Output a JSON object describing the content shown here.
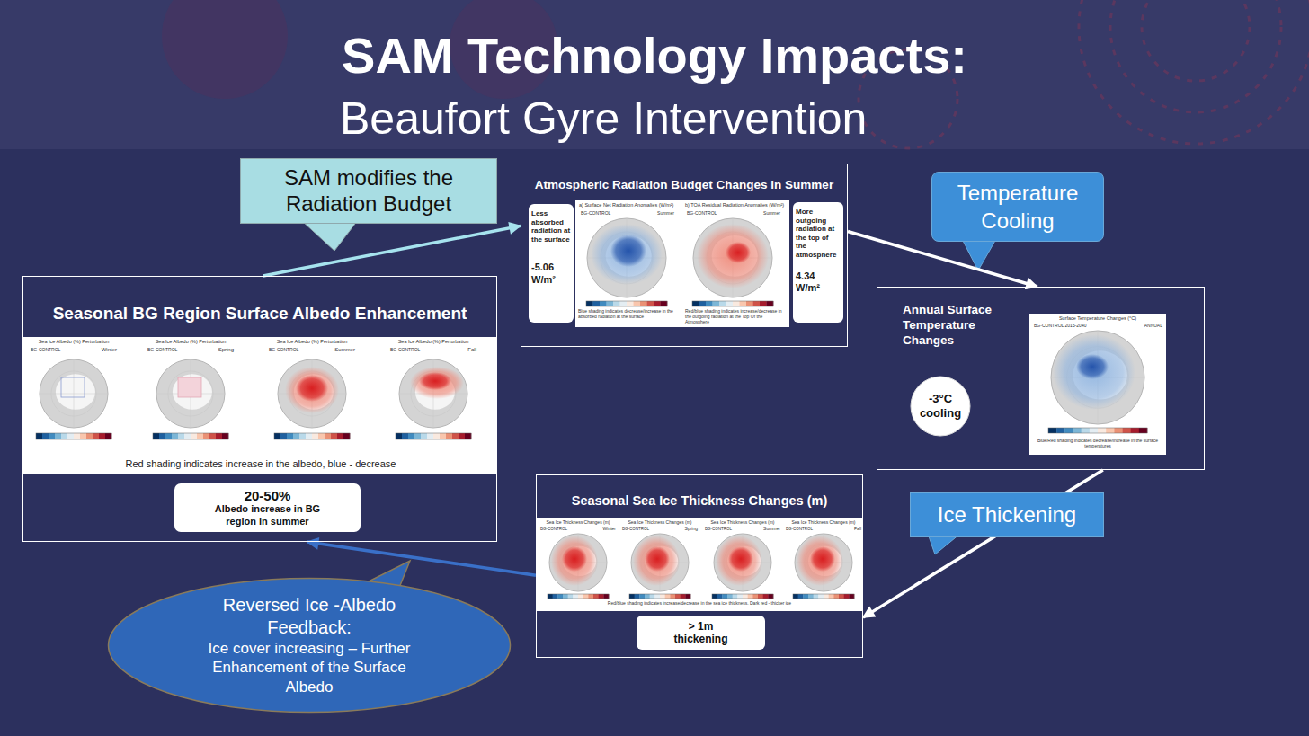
{
  "diagram": {
    "title": "SAM Technology Impacts:",
    "nodes": [
      {
        "text": [
          "SAM modifies the Radiation Budget"
        ]
      },
      {
        "text": [
          "Atmospheric Radiation Budget Changes in Summer"
        ]
      },
      {
        "text": [
          "Less absorbed radiation at the surface",
          "-5.06 W/m²"
        ],
        "in": 1
      },
      {
        "text": [
          "More outgoing radiation at the top of the atmosphere",
          "4.34 W/m²"
        ],
        "in": 1
      },
      {
        "text": [
          "Temperature Cooling"
        ]
      },
      {
        "text": [
          "Seasonal BG Region Surface Albedo Enhancement"
        ]
      },
      {
        "text": [
          "20-50%",
          "Albedo increase in BG region in summer"
        ],
        "in": 5
      },
      {
        "text": [
          "Annual Surface Temperature Changes"
        ]
      },
      {
        "text": [
          "-3°C cooling"
        ],
        "in": 7
      },
      {
        "text": [
          "Seasonal Sea Ice Thickness Changes (m)"
        ]
      },
      {
        "text": [
          "> 1m thickening"
        ],
        "in": 9
      },
      {
        "text": [
          "Ice Thickening"
        ]
      },
      {
        "text": [
          "Reversed Ice -Albedo Feedback:",
          "Ice cover increasing – Further Enhancement of the Surface Albedo"
        ]
      }
    ],
    "edges": [
      {
        "from": 5,
        "to": 1,
        "arrow": "to"
      },
      {
        "from": 1,
        "to": 7,
        "arrow": "to"
      },
      {
        "from": 7,
        "to": 9,
        "arrow": "to"
      },
      {
        "from": 9,
        "to": 5,
        "arrow": "to"
      }
    ],
    "labels": [
      "Beaufort Gyre Intervention",
      "Sea Ice Albedo (%) Perturbation",
      "BG-CONTROL",
      "Winter",
      "Sea Ice Albedo (%) Perturbation",
      "BG-CONTROL",
      "Spring",
      "Sea Ice Albedo (%) Perturbation",
      "BG-CONTROL",
      "Summer",
      "Sea Ice Albedo (%) Perturbation",
      "BG-CONTROL",
      "Fall",
      "Red shading indicates increase in the albedo, blue - decrease",
      "a) Surface Net Radiation Anomalies (W/m²)",
      "BG-CONTROL",
      "Summer",
      "b) TOA Residual Radiation Anomalies (W/m²)",
      "BG-CONTROL",
      "Summer",
      "Blue shading indicates decrease/increase in the absorbed radiation at the surface",
      "Red/blue shading indicates increase/decrease in the outgoing radiation at the Top Of the Atmosphere",
      "Surface Temperature Changes (°C)",
      "BG-CONTROL 2015-2040",
      "ANNUAL",
      "Blue/Red shading indicates decrease/increase in the surface temperatures",
      "Sea Ice Thickness Changes (m)",
      "BG-CONTROL",
      "Winter",
      "Sea Ice Thickness Changes (m)",
      "BG-CONTROL",
      "Spring",
      "Sea Ice Thickness Changes (m)",
      "BG-CONTROL",
      "Summer",
      "Sea Ice Thickness Changes (m)",
      "BG-CONTROL",
      "Fall",
      "Red/blue shading indicates increase/decrease in the sea ice thickness. Dark red - thicker ice"
    ]
  }
}
